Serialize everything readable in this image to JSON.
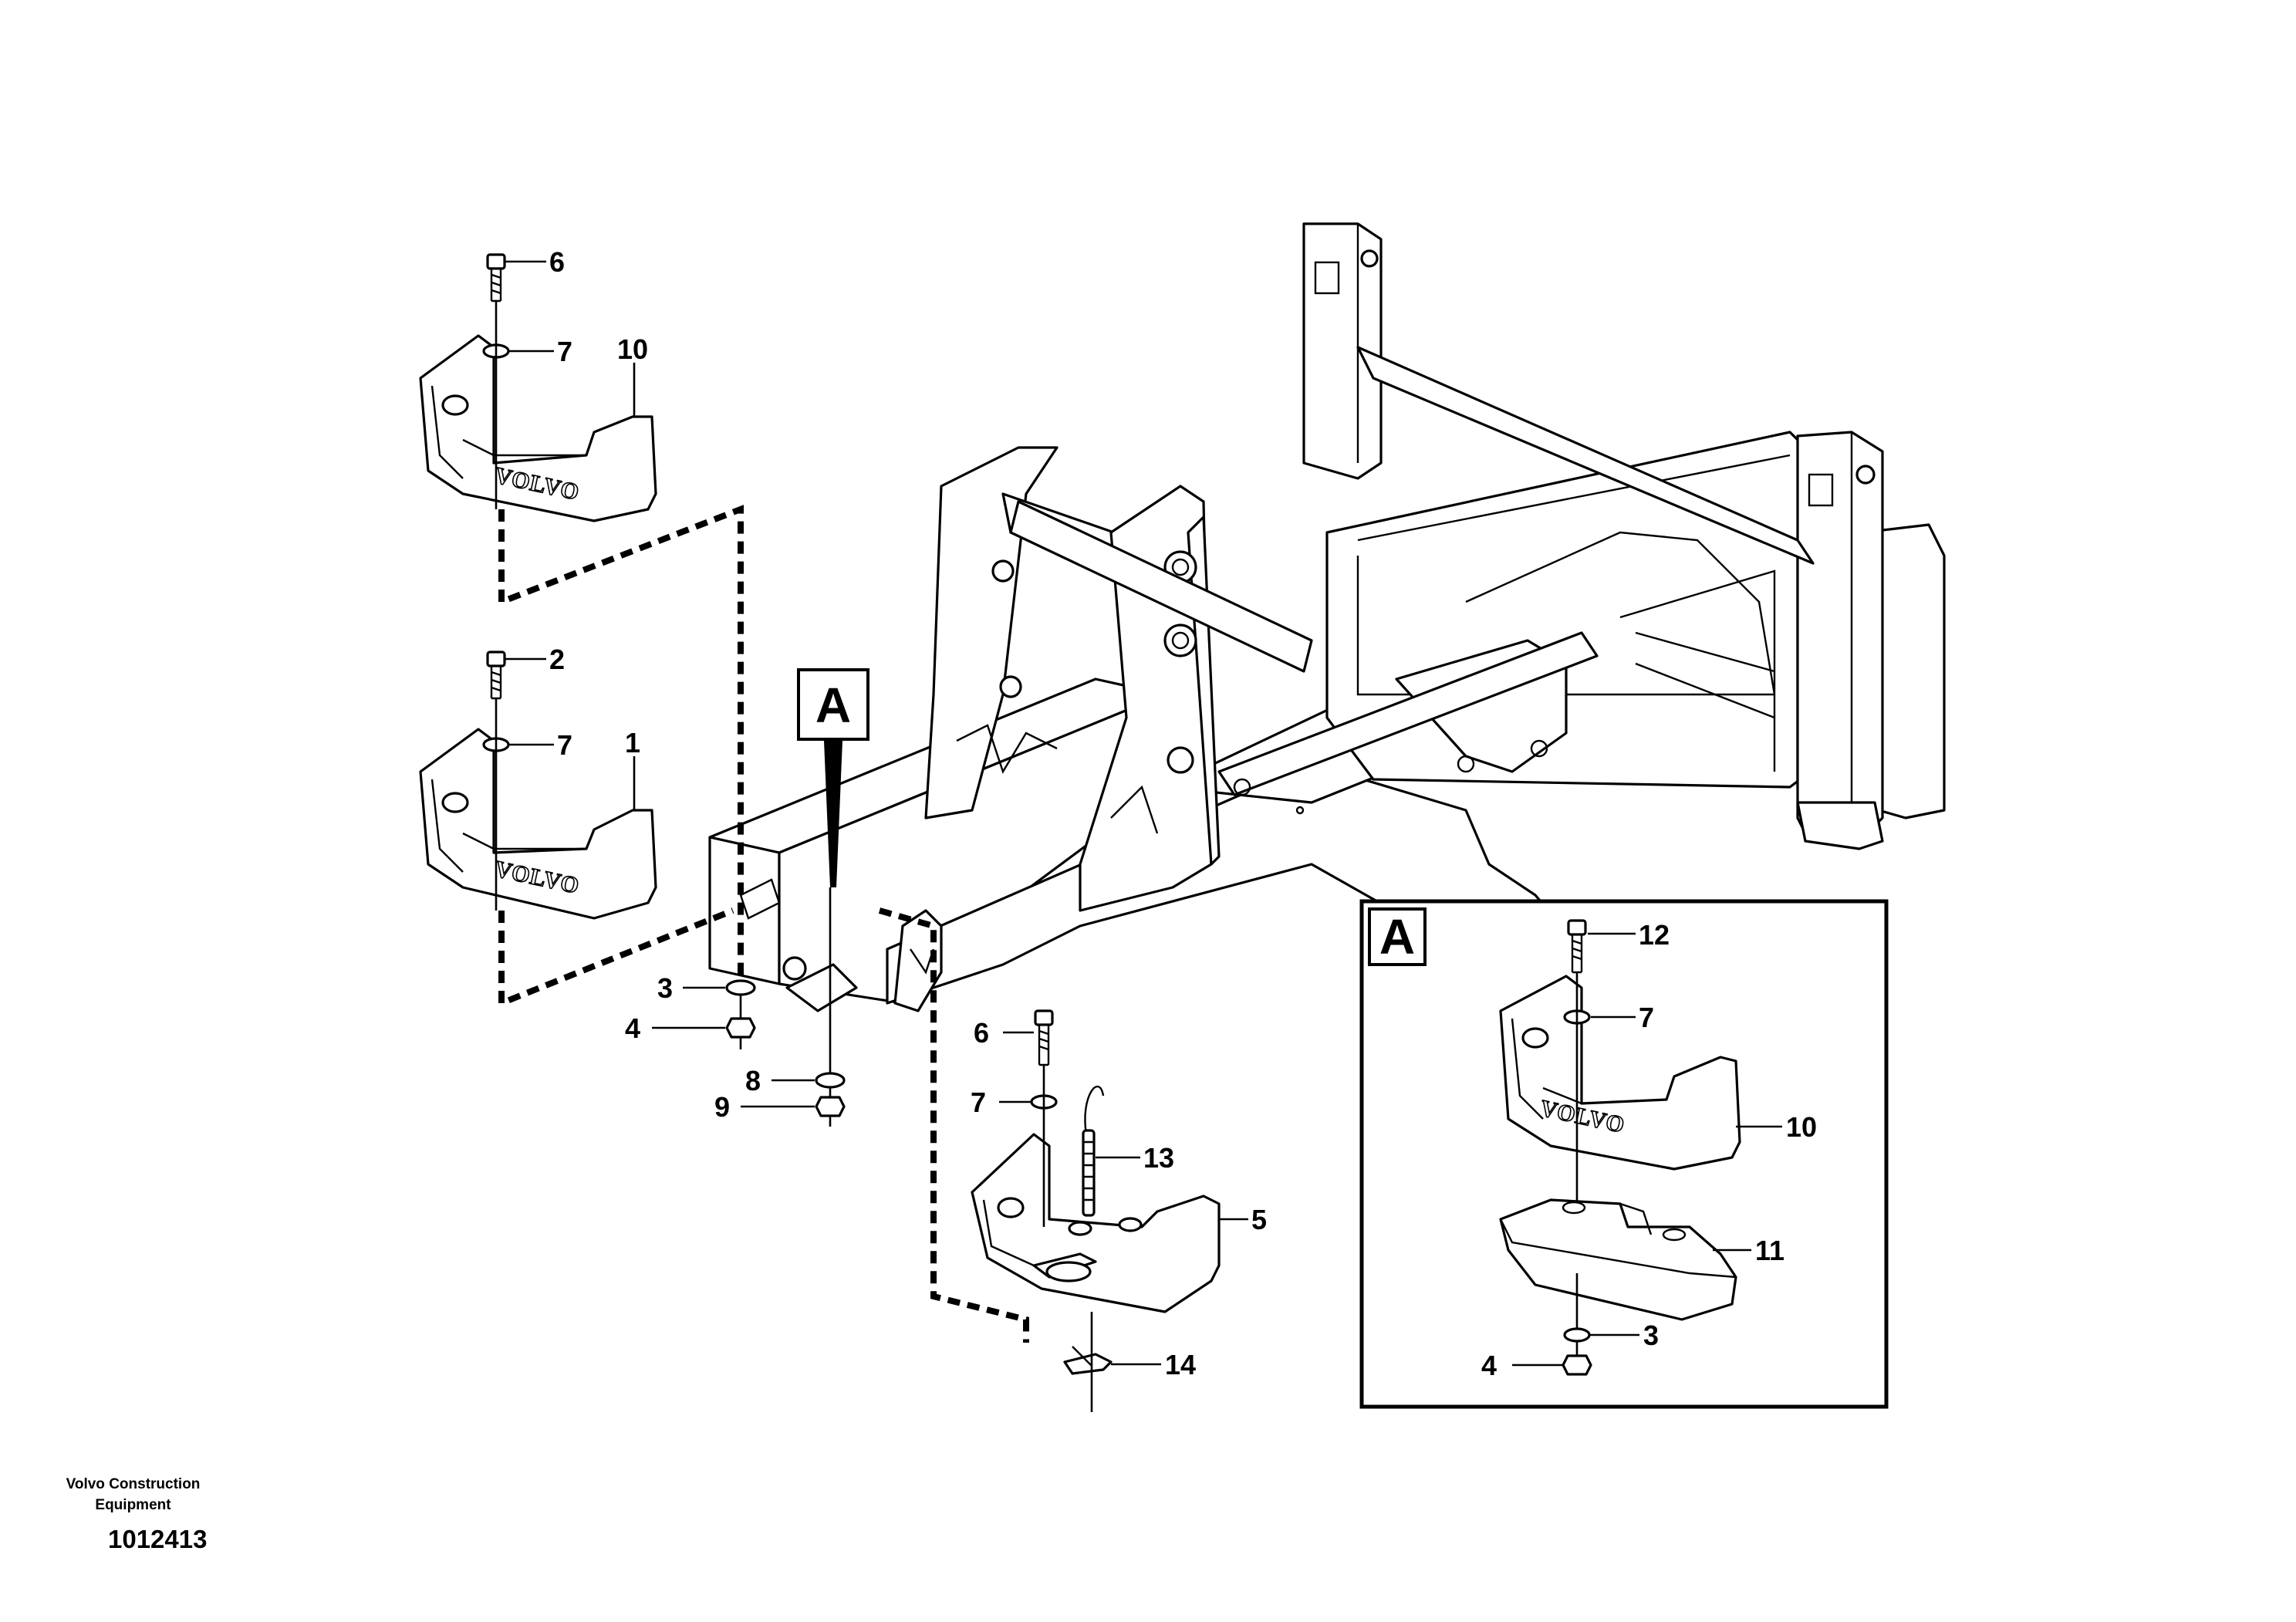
{
  "diagram": {
    "detail_letter": "A",
    "logo_text": "VOLVO",
    "callouts": {
      "c1": "1",
      "c2": "2",
      "c3a": "3",
      "c4a": "4",
      "c5": "5",
      "c6a": "6",
      "c6b": "6",
      "c7a": "7",
      "c7b": "7",
      "c7c": "7",
      "c8": "8",
      "c9": "9",
      "c10a": "10",
      "c13": "13",
      "c14": "14"
    },
    "detail_callouts": {
      "c12": "12",
      "c7": "7",
      "c10": "10",
      "c11": "11",
      "c3": "3",
      "c4": "4"
    }
  },
  "footer": {
    "company_line1": "Volvo Construction",
    "company_line2": "Equipment",
    "drawing_number": "1012413"
  }
}
